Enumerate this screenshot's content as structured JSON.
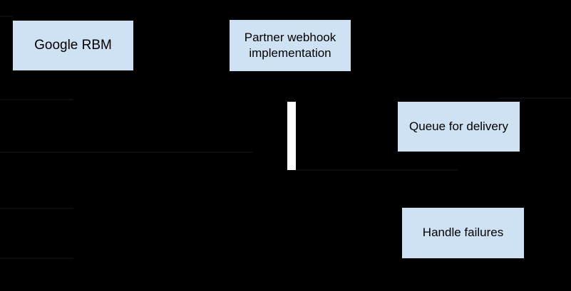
{
  "diagram": {
    "background_color": "#000000",
    "node_fill_color": "#cfe2f3",
    "node_text_color": "#000000",
    "activation_bar_color": "#ffffff",
    "faint_line_color": "#0c0c0c",
    "nodes": {
      "google_rbm": {
        "label": "Google RBM"
      },
      "partner_webhook": {
        "label": "Partner webhook\nimplementation"
      },
      "queue_for_delivery": {
        "label": "Queue for delivery"
      },
      "handle_failures": {
        "label": "Handle failures"
      }
    }
  }
}
